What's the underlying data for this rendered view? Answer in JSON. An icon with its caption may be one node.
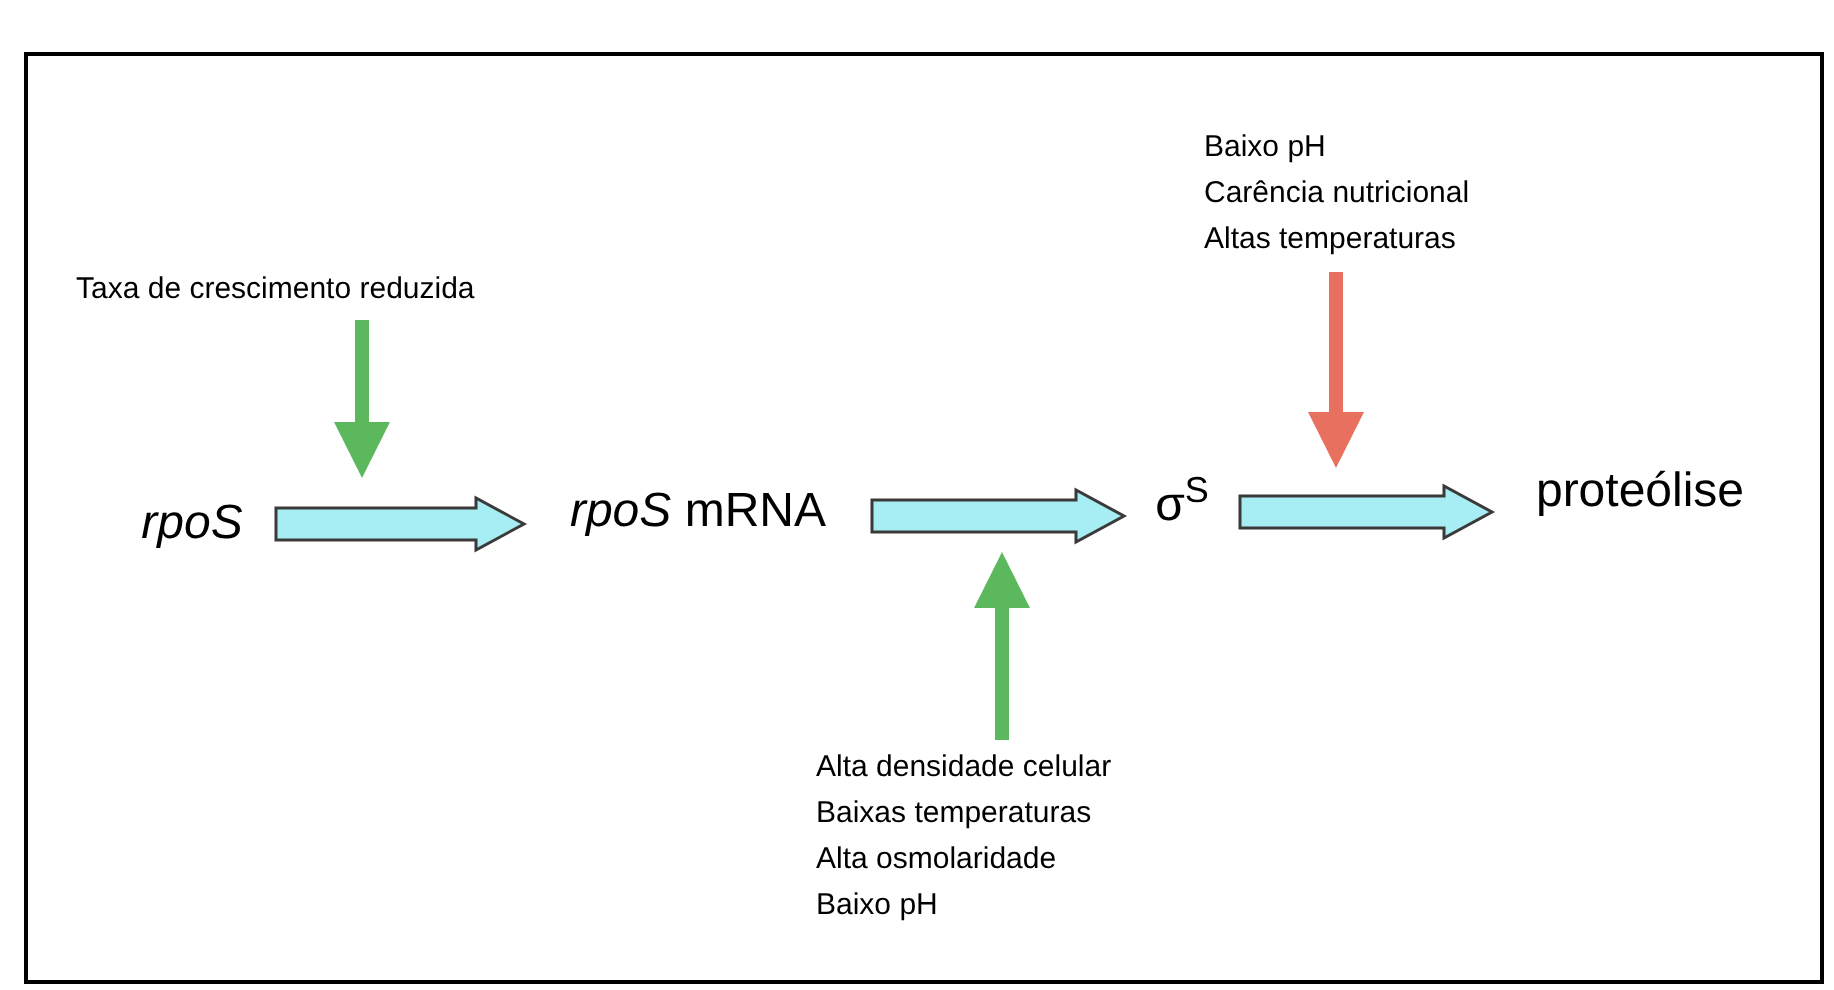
{
  "diagram": {
    "nodes": [
      {
        "text": [
          "*rpoS*"
        ]
      },
      {
        "text": [
          "*rpoS* mRNA"
        ]
      },
      {
        "text": [
          "σ$^{S}$"
        ]
      },
      {
        "text": [
          "proteólise"
        ]
      },
      {
        "text": [
          "Taxa de crescimento reduzida"
        ]
      },
      {
        "text": [
          "Alta densidade celular",
          "Baixas temperaturas",
          "Alta osmolaridade",
          "Baixo pH"
        ]
      },
      {
        "text": [
          "Baixo pH",
          "Carência nutricional",
          "Altas temperaturas"
        ]
      }
    ],
    "edges": [
      {
        "from": 0,
        "to": 1,
        "arrow": "to",
        "style": "thick",
        "color": "#a6eef4"
      },
      {
        "from": 1,
        "to": 2,
        "arrow": "to",
        "style": "thick",
        "color": "#a6eef4"
      },
      {
        "from": 2,
        "to": 3,
        "arrow": "to",
        "style": "thick",
        "color": "#a6eef4"
      },
      {
        "from": 4,
        "to": null,
        "arrow": "to",
        "color": "#5cb85c"
      },
      {
        "from": 5,
        "to": null,
        "arrow": "to",
        "color": "#5cb85c"
      },
      {
        "from": 6,
        "to": null,
        "arrow": "to",
        "color": "#e8705e"
      }
    ]
  }
}
